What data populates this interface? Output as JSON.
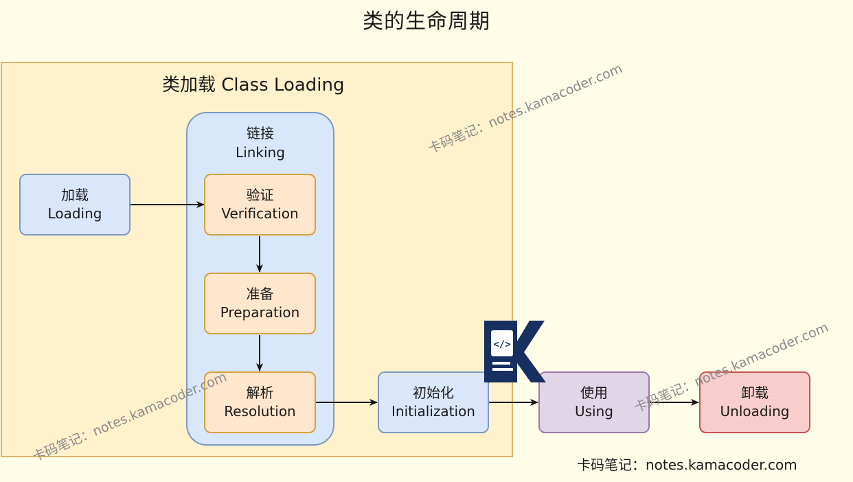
{
  "title": "类的生命周期",
  "group": {
    "label": "类加载 Class Loading"
  },
  "linking": {
    "cn": "链接",
    "en": "Linking"
  },
  "nodes": {
    "loading": {
      "cn": "加载",
      "en": "Loading"
    },
    "verification": {
      "cn": "验证",
      "en": "Verification"
    },
    "preparation": {
      "cn": "准备",
      "en": "Preparation"
    },
    "resolution": {
      "cn": "解析",
      "en": "Resolution"
    },
    "initialization": {
      "cn": "初始化",
      "en": "Initialization"
    },
    "using": {
      "cn": "使用",
      "en": "Using"
    },
    "unloading": {
      "cn": "卸载",
      "en": "Unloading"
    }
  },
  "watermark": "卡码笔记：notes.kamacoder.com",
  "footer": "卡码笔记：notes.kamacoder.com",
  "logo": {
    "icon": "code-document-k-logo",
    "code_glyph": "</>"
  }
}
